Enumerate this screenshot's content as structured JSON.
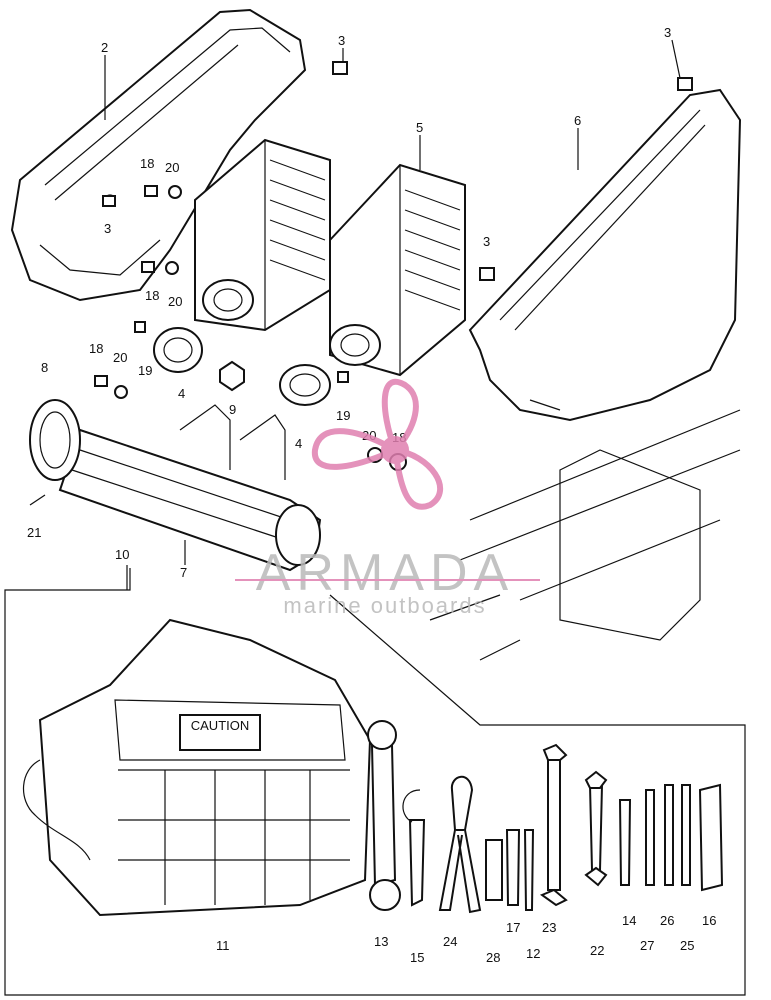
{
  "diagram": {
    "callouts": [
      {
        "id": "c2",
        "label": "2"
      },
      {
        "id": "c3a",
        "label": "3"
      },
      {
        "id": "c3b",
        "label": "3"
      },
      {
        "id": "c3c",
        "label": "3"
      },
      {
        "id": "c3d",
        "label": "3"
      },
      {
        "id": "c5",
        "label": "5"
      },
      {
        "id": "c6",
        "label": "6"
      },
      {
        "id": "c18a",
        "label": "18"
      },
      {
        "id": "c20a",
        "label": "20"
      },
      {
        "id": "c18b",
        "label": "18"
      },
      {
        "id": "c20b",
        "label": "20"
      },
      {
        "id": "c18c",
        "label": "18"
      },
      {
        "id": "c20c",
        "label": "20"
      },
      {
        "id": "c19a",
        "label": "19"
      },
      {
        "id": "c4a",
        "label": "4"
      },
      {
        "id": "c9",
        "label": "9"
      },
      {
        "id": "c8",
        "label": "8"
      },
      {
        "id": "c19b",
        "label": "19"
      },
      {
        "id": "c4b",
        "label": "4"
      },
      {
        "id": "c20d",
        "label": "20"
      },
      {
        "id": "c18d",
        "label": "18"
      },
      {
        "id": "c21",
        "label": "21"
      },
      {
        "id": "c7",
        "label": "7"
      },
      {
        "id": "c10",
        "label": "10"
      },
      {
        "id": "c11",
        "label": "11"
      },
      {
        "id": "c13",
        "label": "13"
      },
      {
        "id": "c15",
        "label": "15"
      },
      {
        "id": "c24",
        "label": "24"
      },
      {
        "id": "c28",
        "label": "28"
      },
      {
        "id": "c17",
        "label": "17"
      },
      {
        "id": "c12",
        "label": "12"
      },
      {
        "id": "c23",
        "label": "23"
      },
      {
        "id": "c22",
        "label": "22"
      },
      {
        "id": "c14",
        "label": "14"
      },
      {
        "id": "c27",
        "label": "27"
      },
      {
        "id": "c26",
        "label": "26"
      },
      {
        "id": "c25",
        "label": "25"
      },
      {
        "id": "c16",
        "label": "16"
      }
    ],
    "tool_bag_label": "CAUTION"
  },
  "watermark": {
    "brand": "ARMADA",
    "tagline": "marine outboards",
    "logo_color": "#e07fb0",
    "text_color": "#b9b9b9"
  }
}
